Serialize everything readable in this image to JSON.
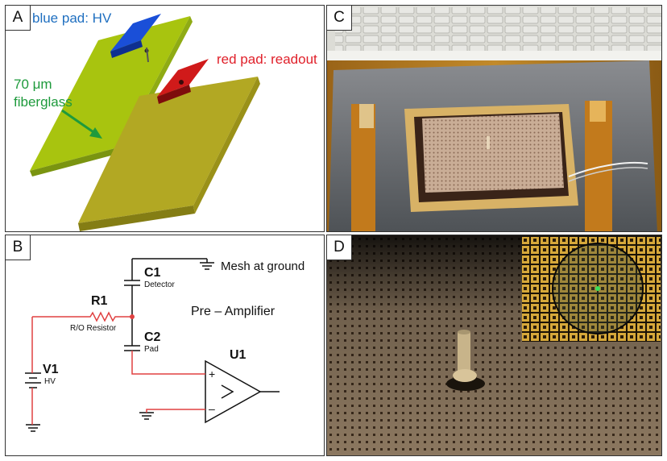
{
  "panels": {
    "a": {
      "letter": "A",
      "blue_pad": "blue pad: HV",
      "red_pad": "red pad: readout",
      "fiber_line1": "70 μm",
      "fiber_line2": "fiberglass"
    },
    "b": {
      "letter": "B",
      "c1": "C1",
      "c1_sub": "Detector",
      "mesh": "Mesh at ground",
      "r1": "R1",
      "r1_sub": "R/O Resistor",
      "preamp": "Pre – Amplifier",
      "c2": "C2",
      "c2_sub": "Pad",
      "u1": "U1",
      "v1": "V1",
      "v1_sub": "HV",
      "plus": "+",
      "minus": "–",
      "gt": ">"
    },
    "c": {
      "letter": "C"
    },
    "d": {
      "letter": "D"
    }
  },
  "colors": {
    "blue_text": "#1f6fc0",
    "red_text": "#e0202a",
    "green_text": "#1e9a3c",
    "wire_red": "#e04040"
  }
}
